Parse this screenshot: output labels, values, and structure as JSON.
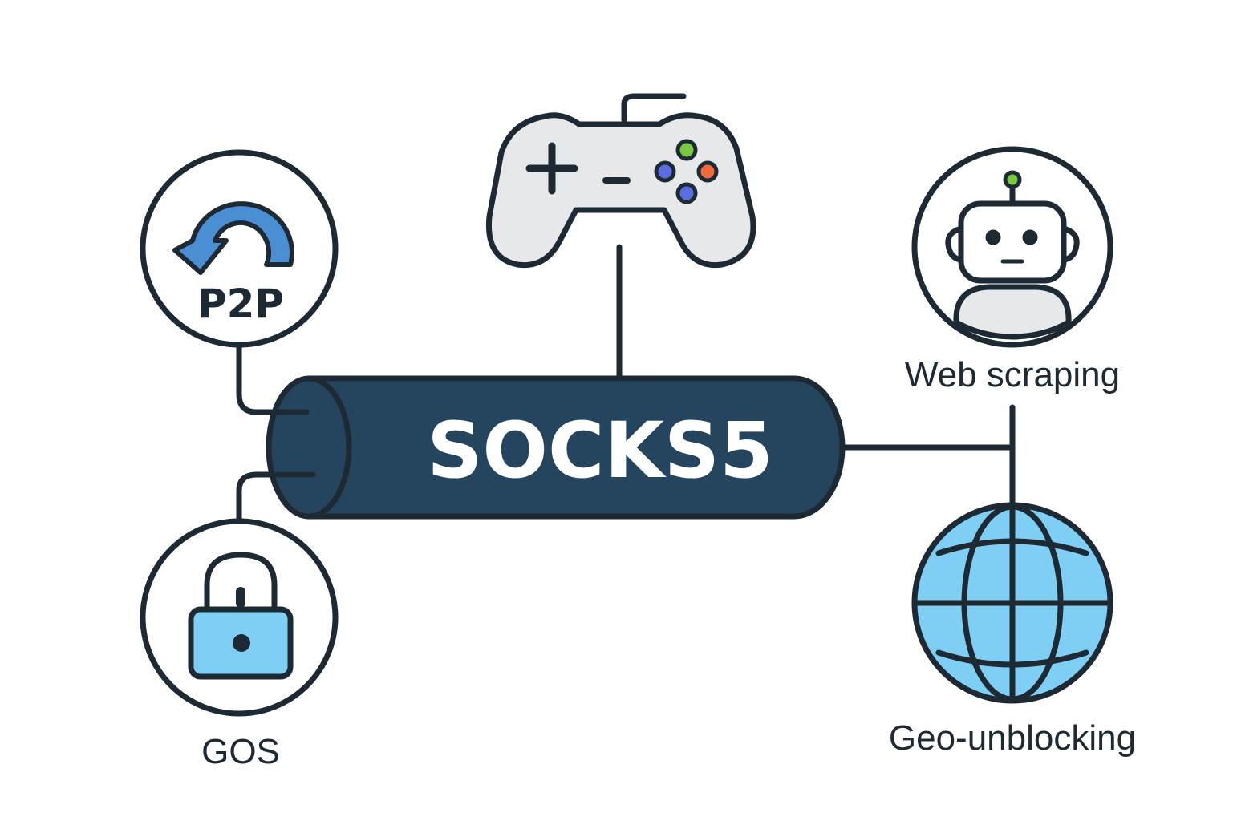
{
  "center": {
    "label": "SOCKS5"
  },
  "nodes": {
    "p2p": {
      "label": "P2P",
      "icon": "p2p-arrow-icon"
    },
    "gaming": {
      "icon": "gamepad-icon"
    },
    "web_scraping": {
      "label": "Web scraping",
      "icon": "robot-icon"
    },
    "gos": {
      "label": "GOS",
      "icon": "padlock-icon"
    },
    "geo_unblocking": {
      "label": "Geo-unblocking",
      "icon": "globe-icon"
    }
  },
  "colors": {
    "stroke": "#1e2a33",
    "tube": "#25455f",
    "arrow": "#4a8fd4",
    "light_blue": "#7fcff5",
    "gray": "#e6e8e9",
    "button_green": "#7ac943",
    "button_orange": "#f26b3a",
    "button_blue": "#5b6ee1"
  }
}
